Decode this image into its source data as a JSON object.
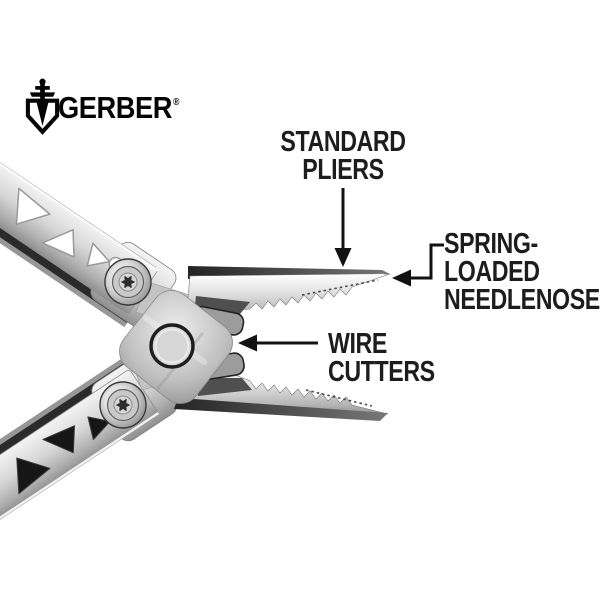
{
  "colors": {
    "background": "#ffffff",
    "label_text": "#1d1d1d",
    "arrow": "#121212",
    "steel_highlight": "#f5f5f5",
    "steel_mid": "#c0c0c0",
    "steel_shadow": "#8c8c8c",
    "dark_detail": "#1e1e1e"
  },
  "brand": {
    "name": "GERBER",
    "registered_mark": "®",
    "icon": "sword-shield-icon"
  },
  "callouts": {
    "standard_pliers": {
      "label": "STANDARD\nPLIERS",
      "arrow": "down"
    },
    "spring_loaded_needlenose": {
      "label": "SPRING-\nLOADED\nNEEDLENOSE",
      "arrow": "elbow-left"
    },
    "wire_cutters": {
      "label": "WIRE\nCUTTERS",
      "arrow": "left"
    }
  }
}
